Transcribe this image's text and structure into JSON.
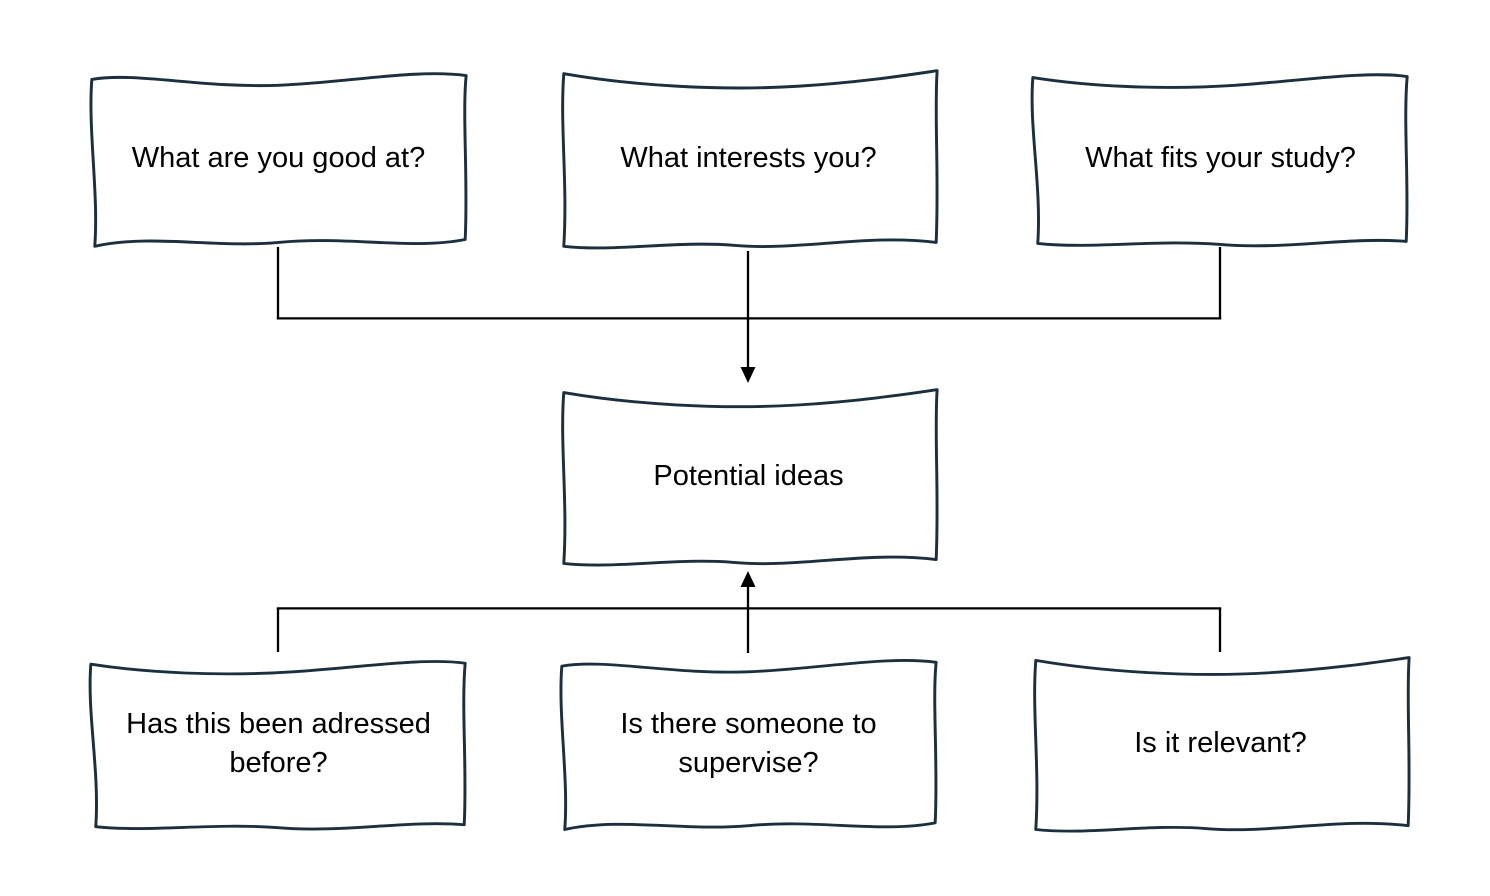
{
  "page": {
    "background_color": "#ffffff"
  },
  "diagram": {
    "type": "flowchart",
    "shape_style": "hand-drawn-wavy-rectangle",
    "shape_stroke_color": "#1c2f3e",
    "shape_fill_color": "#ffffff",
    "connector_color": "#000000",
    "text_color": "#000000",
    "nodes": {
      "good_at": {
        "label": "What are you good at?"
      },
      "interests": {
        "label": "What interests you?"
      },
      "fits_study": {
        "label": "What fits your study?"
      },
      "potential": {
        "label": "Potential ideas"
      },
      "addressed": {
        "label": "Has this been adressed before?"
      },
      "supervise": {
        "label": "Is there someone to supervise?"
      },
      "relevant": {
        "label": "Is it relevant?"
      }
    },
    "edges": [
      {
        "from": [
          "good_at",
          "interests",
          "fits_study"
        ],
        "to": "potential",
        "arrow_direction": "down"
      },
      {
        "from": [
          "addressed",
          "supervise",
          "relevant"
        ],
        "to": "potential",
        "arrow_direction": "up"
      }
    ]
  }
}
